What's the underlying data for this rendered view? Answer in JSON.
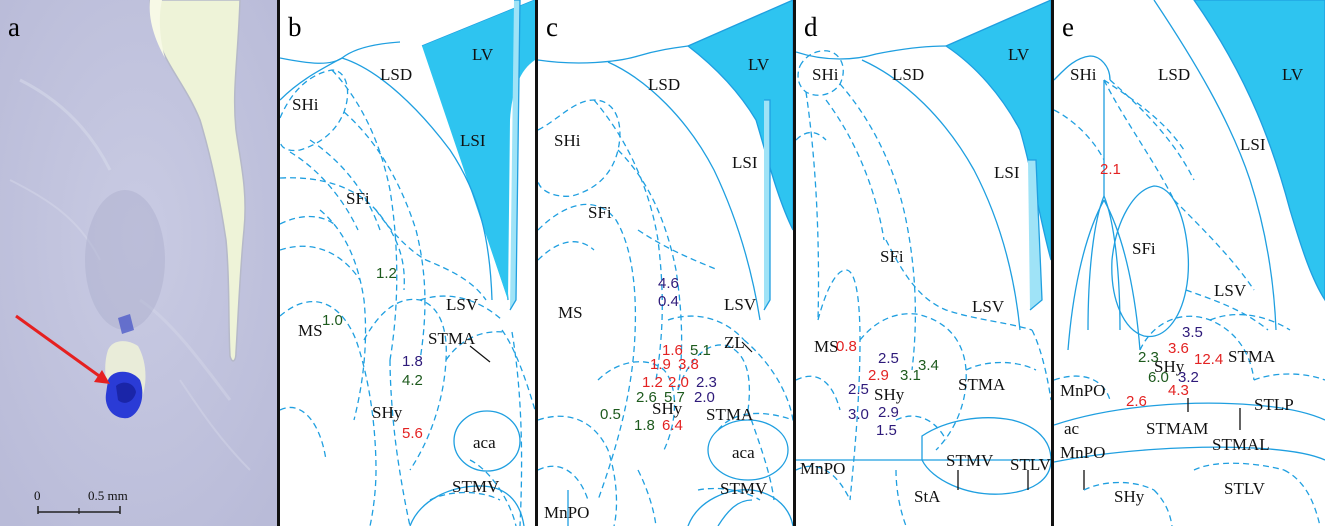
{
  "panels": {
    "a": {
      "label": "a",
      "scale_zero": "0",
      "scale_length": "0.5 mm"
    },
    "b": {
      "label": "b",
      "regions": {
        "LV": "LV",
        "LSD": "LSD",
        "SHi": "SHi",
        "LSI": "LSI",
        "SFi": "SFi",
        "LSV": "LSV",
        "MS": "MS",
        "STMA": "STMA",
        "SHy": "SHy",
        "aca": "aca",
        "STMV": "STMV"
      },
      "values": [
        {
          "text": "1.2",
          "color": "green"
        },
        {
          "text": "1.0",
          "color": "green"
        },
        {
          "text": "1.8",
          "color": "navy"
        },
        {
          "text": "4.2",
          "color": "green"
        },
        {
          "text": "5.6",
          "color": "red"
        }
      ]
    },
    "c": {
      "label": "c",
      "regions": {
        "LV": "LV",
        "LSD": "LSD",
        "SHi": "SHi",
        "LSI": "LSI",
        "SFi": "SFi",
        "MS": "MS",
        "LSV": "LSV",
        "ZL": "ZL",
        "SHy": "SHy",
        "STMA": "STMA",
        "aca": "aca",
        "STMV": "STMV",
        "MnPO": "MnPO"
      },
      "values": [
        {
          "text": "4.6",
          "color": "navy"
        },
        {
          "text": "0.4",
          "color": "navy"
        },
        {
          "text": "1.6",
          "color": "red"
        },
        {
          "text": "5.1",
          "color": "green"
        },
        {
          "text": "1.9",
          "color": "red"
        },
        {
          "text": "3.8",
          "color": "red"
        },
        {
          "text": "1.2",
          "color": "red"
        },
        {
          "text": "2.0",
          "color": "red"
        },
        {
          "text": "2.3",
          "color": "navy"
        },
        {
          "text": "2.6",
          "color": "green"
        },
        {
          "text": "5.7",
          "color": "green"
        },
        {
          "text": "2.0",
          "color": "navy"
        },
        {
          "text": "0.5",
          "color": "green"
        },
        {
          "text": "1.8",
          "color": "green"
        },
        {
          "text": "6.4",
          "color": "red"
        }
      ]
    },
    "d": {
      "label": "d",
      "regions": {
        "LV": "LV",
        "SHi": "SHi",
        "LSD": "LSD",
        "LSI": "LSI",
        "SFi": "SFi",
        "LSV": "LSV",
        "MS": "MS",
        "SHy": "SHy",
        "STMA": "STMA",
        "MnPO": "MnPO",
        "STMV": "STMV",
        "STLV": "STLV",
        "StA": "StA"
      },
      "values": [
        {
          "text": "0.8",
          "color": "red"
        },
        {
          "text": "2.5",
          "color": "navy"
        },
        {
          "text": "3.4",
          "color": "green"
        },
        {
          "text": "2.9",
          "color": "red"
        },
        {
          "text": "3.1",
          "color": "green"
        },
        {
          "text": "2.5",
          "color": "navy"
        },
        {
          "text": "3.0",
          "color": "navy"
        },
        {
          "text": "2.9",
          "color": "navy"
        },
        {
          "text": "1.5",
          "color": "navy"
        }
      ]
    },
    "e": {
      "label": "e",
      "regions": {
        "SHi": "SHi",
        "LSD": "LSD",
        "LV": "LV",
        "LSI": "LSI",
        "SFi": "SFi",
        "LSV": "LSV",
        "STMA": "STMA",
        "SHy": "SHy",
        "MnPO": "MnPO",
        "STLP": "STLP",
        "ac": "ac",
        "MnPO2": "MnPO",
        "STMAM": "STMAM",
        "STMAL": "STMAL",
        "SHy2": "SHy",
        "STLV": "STLV"
      },
      "values": [
        {
          "text": "2.1",
          "color": "red"
        },
        {
          "text": "3.5",
          "color": "navy"
        },
        {
          "text": "3.6",
          "color": "red"
        },
        {
          "text": "12.4",
          "color": "red"
        },
        {
          "text": "2.3",
          "color": "green"
        },
        {
          "text": "6.0",
          "color": "green"
        },
        {
          "text": "3.2",
          "color": "navy"
        },
        {
          "text": "4.3",
          "color": "red"
        },
        {
          "text": "2.6",
          "color": "red"
        }
      ]
    }
  },
  "colors": {
    "ventricle": "#2ec4f0",
    "boundary": "#1f9fe0",
    "red": "#e32222",
    "green": "#1d5a1d",
    "navy": "#2e1a7a",
    "arrow": "#e52020",
    "tissue": "#c3c5dd",
    "stain": "#2a3bd6"
  }
}
